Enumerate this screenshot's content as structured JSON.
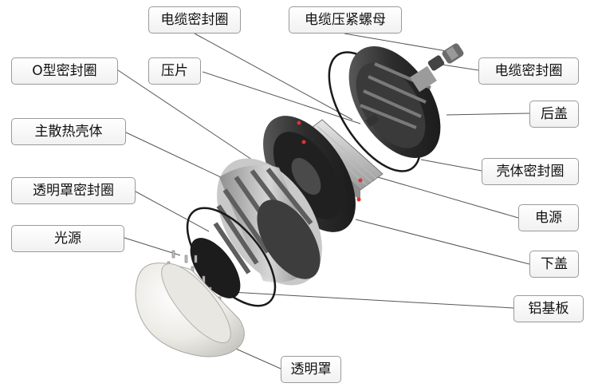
{
  "diagram": {
    "labels": {
      "cable_gland_seal_top": "电缆密封圈",
      "cable_gland_nut": "电缆压紧螺母",
      "o_ring": "O型密封圈",
      "pressing_plate": "压片",
      "cable_gland_seal_right": "电缆密封圈",
      "rear_cover": "后盖",
      "main_heatsink_housing": "主散热壳体",
      "housing_seal": "壳体密封圈",
      "transparent_cover_seal": "透明罩密封圈",
      "power_supply": "电源",
      "light_source": "光源",
      "lower_cover": "下盖",
      "aluminum_substrate": "铝基板",
      "transparent_cover": "透明罩"
    }
  }
}
